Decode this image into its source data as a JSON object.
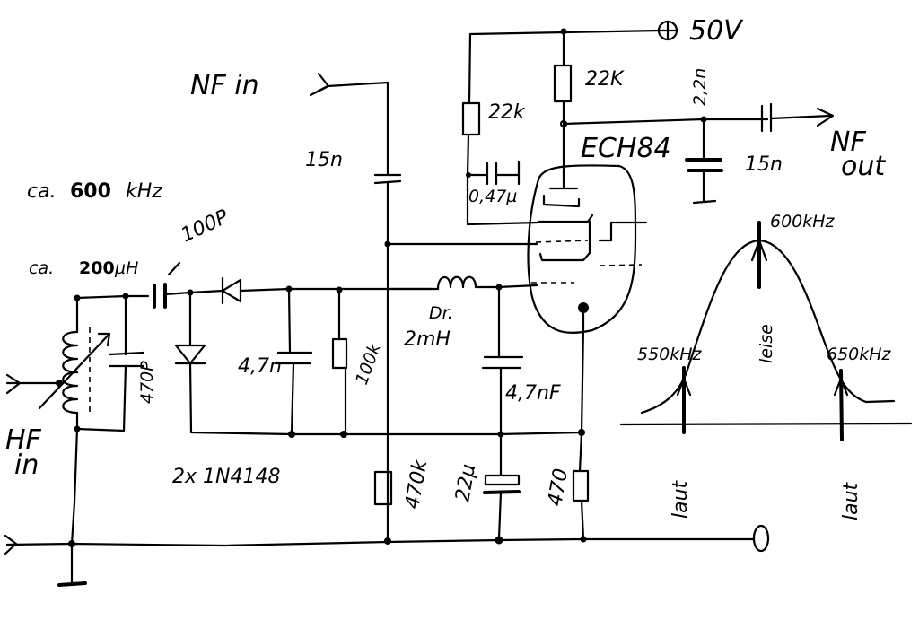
{
  "diagram": {
    "title": "ECH84 tube audio circuit with diode detector and resonance curve",
    "labels": {
      "supply": "50V",
      "tube": "ECH84",
      "nf_in": "NF in",
      "nf_out_1": "NF",
      "nf_out_2": "out",
      "hf_in_1": "HF",
      "hf_in_2": "in",
      "freq_note_prefix": "ca.",
      "freq_note_value": "600",
      "freq_note_unit": "kHz",
      "inductor_prefix": "ca.",
      "inductor_value": "200",
      "inductor_unit": "µH",
      "diodes": "2x 1N4148",
      "choke_1": "Dr.",
      "choke_2": "2mH"
    },
    "components": {
      "r_anode": "22K",
      "r_screen": "22k",
      "c_screen": "0,47µ",
      "c_out_shunt": "2,2n",
      "c_out": "15n",
      "c_in": "15n",
      "c_coupling": "100P",
      "c_tank": "470P",
      "c_detect": "4,7n",
      "r_detect": "100k",
      "c_cathode_bypass": "4,7nF",
      "r_grid": "470k",
      "c_electrolytic": "22µ",
      "r_cathode": "470"
    },
    "curve": {
      "peak_freq": "600kHz",
      "low_freq": "550kHz",
      "high_freq": "650kHz",
      "peak_note": "leise",
      "low_note": "laut",
      "high_note": "laut"
    }
  }
}
